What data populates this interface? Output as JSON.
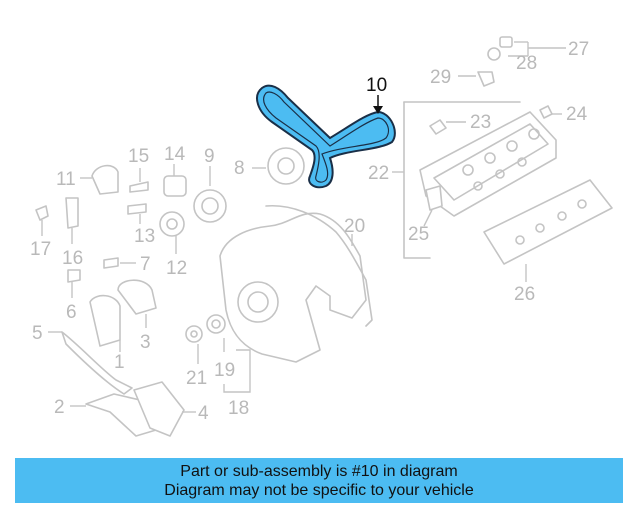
{
  "diagram": {
    "highlight_color": "#4cbcf2",
    "highlighted_part": "10",
    "callouts": {
      "c1": "1",
      "c2": "2",
      "c3": "3",
      "c4": "4",
      "c5": "5",
      "c6": "6",
      "c7": "7",
      "c8": "8",
      "c9": "9",
      "c10": "10",
      "c11": "11",
      "c12": "12",
      "c13": "13",
      "c14": "14",
      "c15": "15",
      "c16": "16",
      "c17": "17",
      "c18": "18",
      "c19": "19",
      "c20": "20",
      "c21": "21",
      "c22": "22",
      "c23": "23",
      "c24": "24",
      "c25": "25",
      "c26": "26",
      "c27": "27",
      "c28": "28",
      "c29": "29"
    }
  },
  "banner": {
    "background": "#4cbcf2",
    "line1": "Part or sub-assembly is #10 in diagram",
    "line2": "Diagram may not be specific to your vehicle"
  }
}
